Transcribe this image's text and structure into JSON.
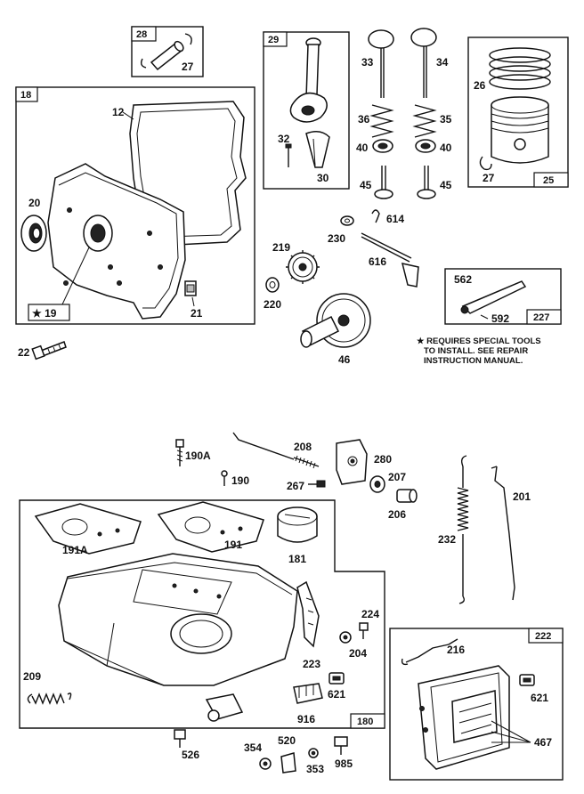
{
  "boxes": {
    "b18": "18",
    "b28": "28",
    "b29": "29",
    "b25": "25",
    "b227": "227",
    "b180": "180",
    "b222": "222"
  },
  "labels": {
    "p12": "12",
    "p20": "20",
    "p19": "★ 19",
    "p21": "21",
    "p22": "22",
    "p27a": "27",
    "p32": "32",
    "p30": "30",
    "p33": "33",
    "p34": "34",
    "p36": "36",
    "p35": "35",
    "p40a": "40",
    "p40b": "40",
    "p45a": "45",
    "p45b": "45",
    "p26": "26",
    "p27b": "27",
    "p614": "614",
    "p230": "230",
    "p219": "219",
    "p616": "616",
    "p220": "220",
    "p46": "46",
    "p562": "562",
    "p592": "592",
    "p190A": "190A",
    "p190": "190",
    "p208": "208",
    "p267": "267",
    "p280": "280",
    "p207": "207",
    "p206": "206",
    "p201": "201",
    "p232": "232",
    "p191A": "191A",
    "p191": "191",
    "p181": "181",
    "p224": "224",
    "p204": "204",
    "p223": "223",
    "p621a": "621",
    "p209": "209",
    "p916": "916",
    "p216": "216",
    "p621b": "621",
    "p467": "467",
    "p526": "526",
    "p354": "354",
    "p520": "520",
    "p353": "353",
    "p985": "985"
  },
  "note": {
    "line1": "★ REQUIRES SPECIAL TOOLS",
    "line2": "TO INSTALL.  SEE REPAIR",
    "line3": "INSTRUCTION MANUAL."
  }
}
